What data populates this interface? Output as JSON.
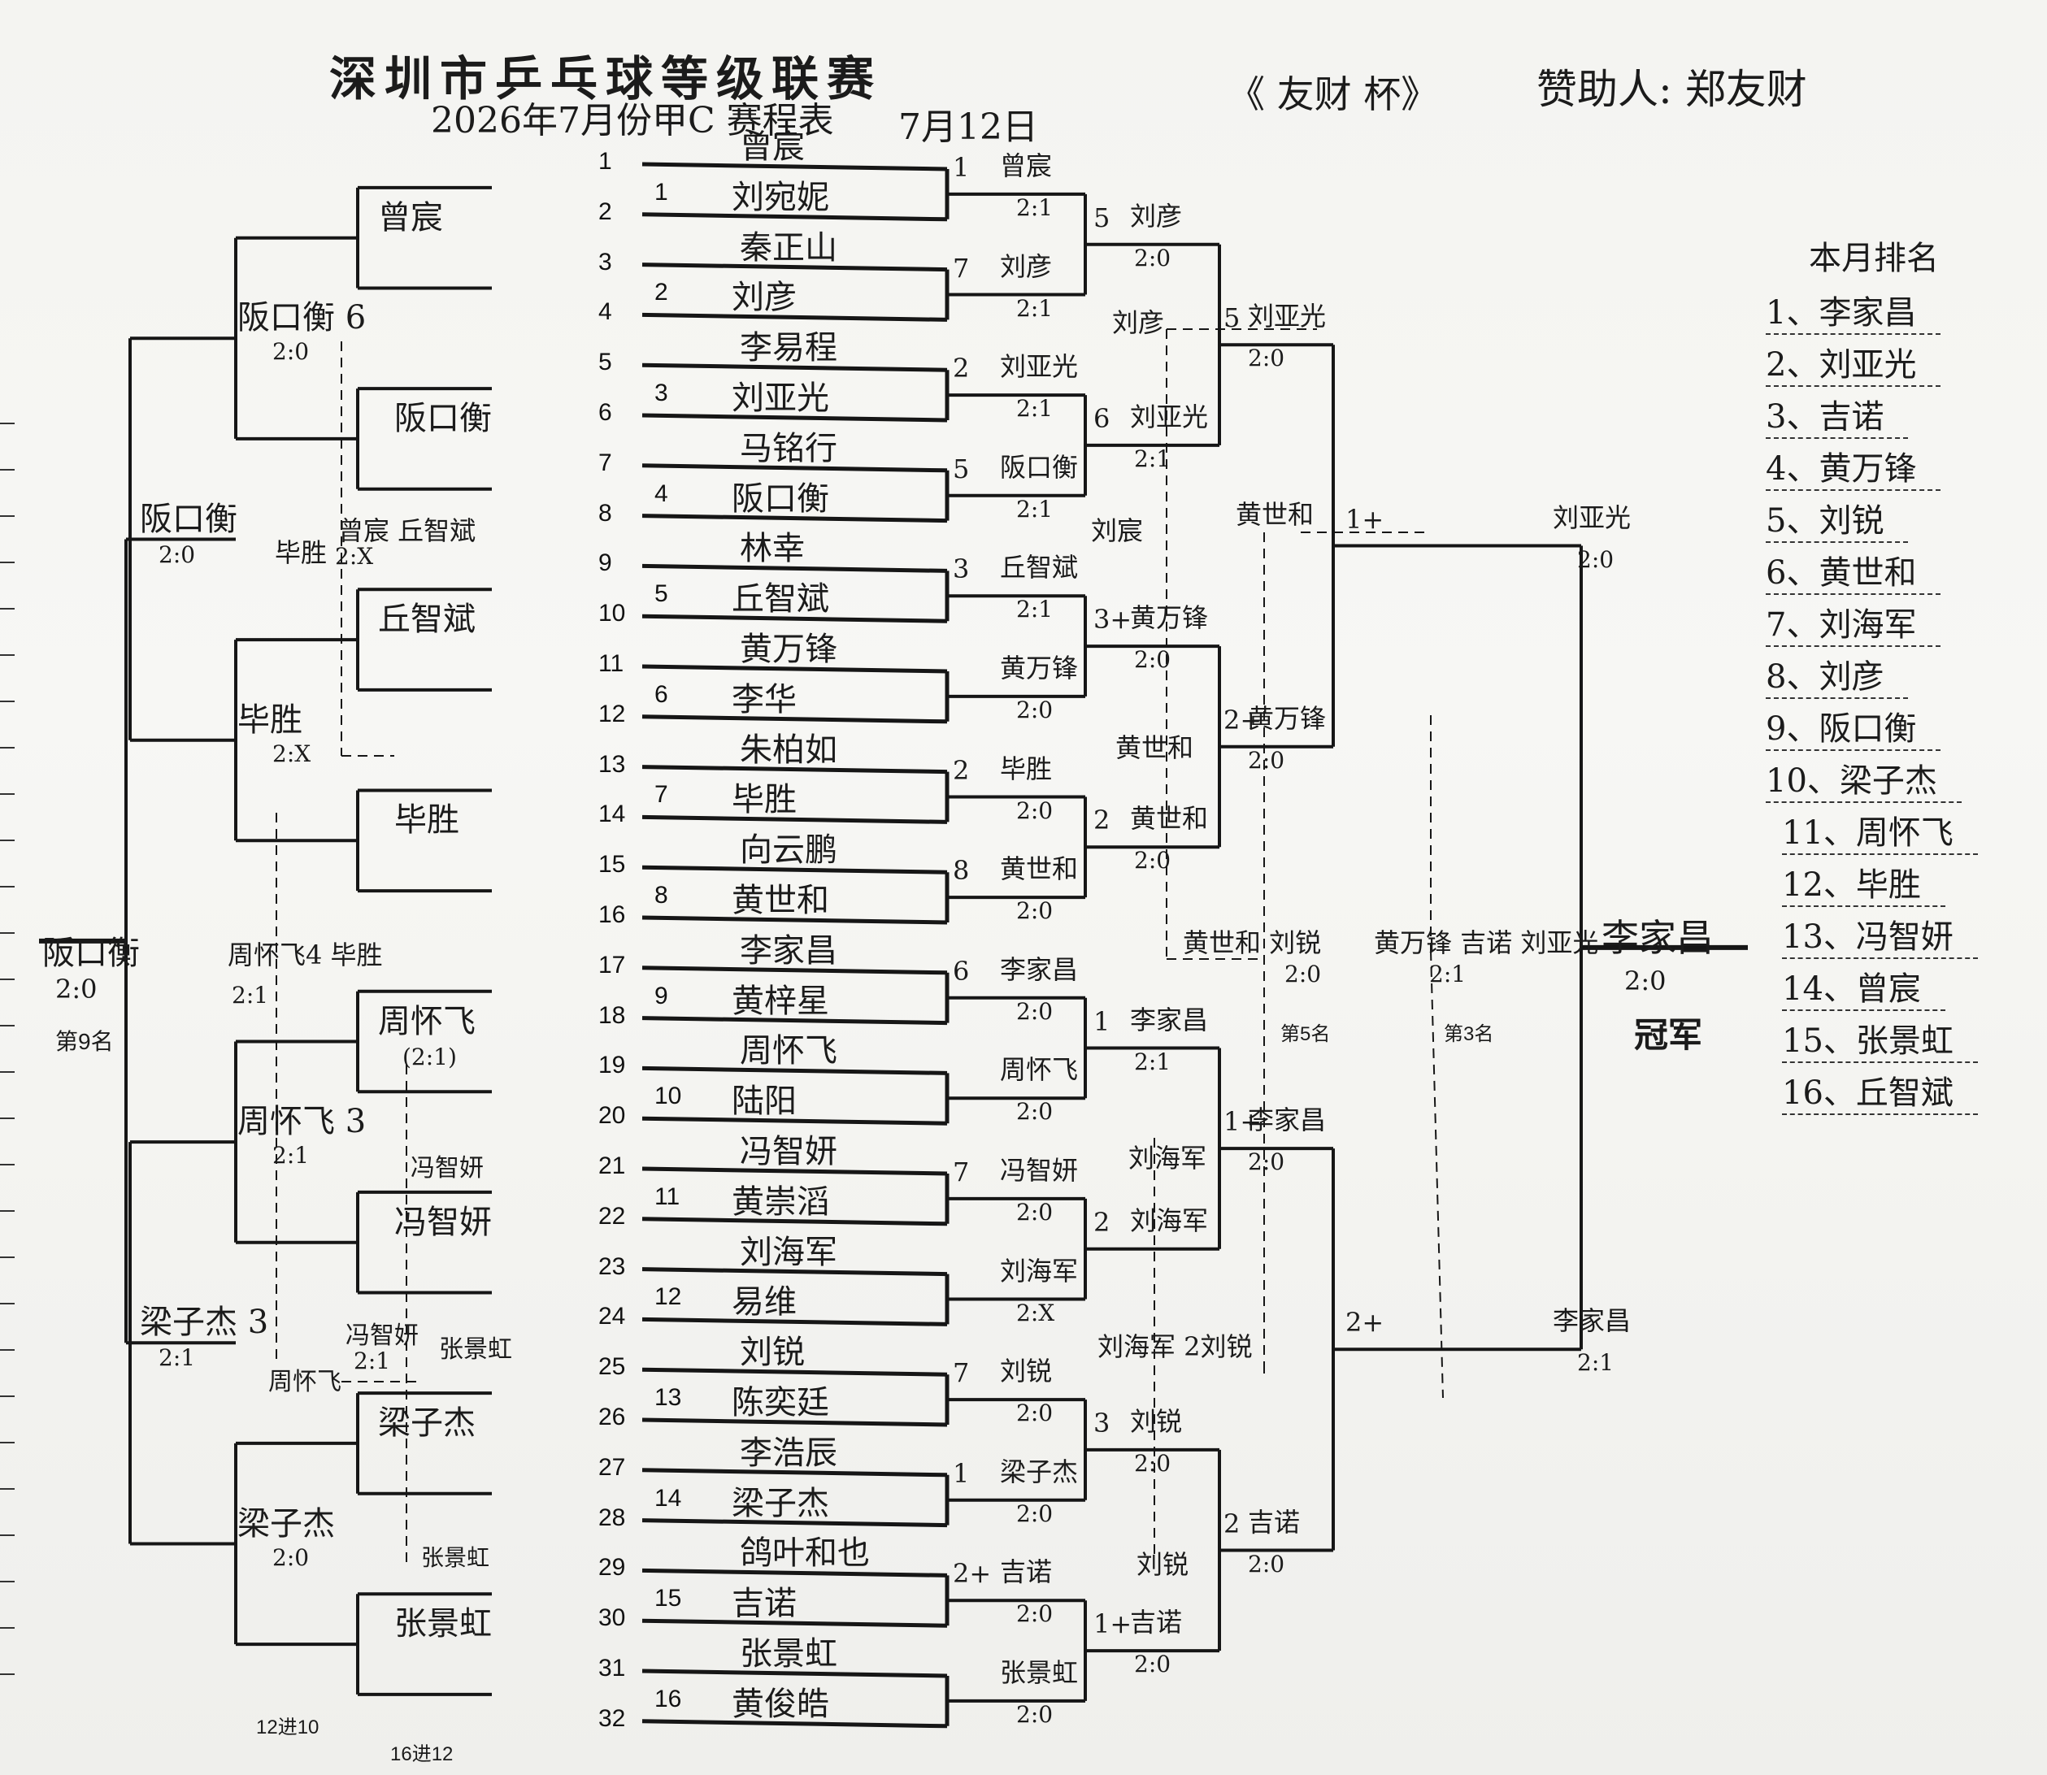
{
  "header": {
    "title": "深圳市乒乓球等级联赛",
    "subtitle": "2026年7月份甲C 赛程表",
    "date": "7月12日",
    "cup": "《 友财  杯》",
    "sponsor": "赞助人: 郑友财"
  },
  "slot_numbers": [
    "1",
    "2",
    "3",
    "4",
    "5",
    "6",
    "7",
    "8",
    "9",
    "10",
    "11",
    "12",
    "13",
    "14",
    "15",
    "16",
    "17",
    "18",
    "19",
    "20",
    "21",
    "22",
    "23",
    "24",
    "25",
    "26",
    "27",
    "28",
    "29",
    "30",
    "31",
    "32"
  ],
  "entrants": [
    {
      "seed": "",
      "name": "曾宸"
    },
    {
      "seed": "1",
      "name": "刘宛妮"
    },
    {
      "seed": "",
      "name": "秦正山"
    },
    {
      "seed": "2",
      "name": "刘彦"
    },
    {
      "seed": "",
      "name": "李易程"
    },
    {
      "seed": "3",
      "name": "刘亚光"
    },
    {
      "seed": "",
      "name": "马铭行"
    },
    {
      "seed": "4",
      "name": "阪口衡"
    },
    {
      "seed": "",
      "name": "林幸"
    },
    {
      "seed": "5",
      "name": "丘智斌"
    },
    {
      "seed": "",
      "name": "黄万锋"
    },
    {
      "seed": "6",
      "name": "李华"
    },
    {
      "seed": "",
      "name": "朱柏如"
    },
    {
      "seed": "7",
      "name": "毕胜"
    },
    {
      "seed": "",
      "name": "向云鹏"
    },
    {
      "seed": "8",
      "name": "黄世和"
    },
    {
      "seed": "",
      "name": "李家昌"
    },
    {
      "seed": "9",
      "name": "黄梓星"
    },
    {
      "seed": "",
      "name": "周怀飞"
    },
    {
      "seed": "10",
      "name": "陆阳"
    },
    {
      "seed": "",
      "name": "冯智妍"
    },
    {
      "seed": "11",
      "name": "黄崇滔"
    },
    {
      "seed": "",
      "name": "刘海军"
    },
    {
      "seed": "12",
      "name": "易维"
    },
    {
      "seed": "",
      "name": "刘锐"
    },
    {
      "seed": "13",
      "name": "陈奕廷"
    },
    {
      "seed": "",
      "name": "李浩辰"
    },
    {
      "seed": "14",
      "name": "梁子杰"
    },
    {
      "seed": "",
      "name": "鸽叶和也"
    },
    {
      "seed": "15",
      "name": "吉诺"
    },
    {
      "seed": "",
      "name": "张景虹"
    },
    {
      "seed": "16",
      "name": "黄俊皓"
    }
  ],
  "right_r1": [
    {
      "seed": "1",
      "name": "曾宸",
      "score": "2:1"
    },
    {
      "seed": "7",
      "name": "刘彦",
      "score": "2:1"
    },
    {
      "seed": "2",
      "name": "刘亚光",
      "score": "2:1"
    },
    {
      "seed": "5",
      "name": "阪口衡",
      "score": "2:1"
    },
    {
      "seed": "3",
      "name": "丘智斌",
      "score": "2:1"
    },
    {
      "seed": "",
      "name": "黄万锋",
      "score": "2:0"
    },
    {
      "seed": "2",
      "name": "毕胜",
      "score": "2:0"
    },
    {
      "seed": "8",
      "name": "黄世和",
      "score": "2:0"
    },
    {
      "seed": "6",
      "name": "李家昌",
      "score": "2:0"
    },
    {
      "seed": "",
      "name": "周怀飞",
      "score": "2:0"
    },
    {
      "seed": "7",
      "name": "冯智妍",
      "score": "2:0"
    },
    {
      "seed": "",
      "name": "刘海军",
      "score": "2:X"
    },
    {
      "seed": "7",
      "name": "刘锐",
      "score": "2:0"
    },
    {
      "seed": "1",
      "name": "梁子杰",
      "score": "2:0"
    },
    {
      "seed": "2+",
      "name": "吉诺",
      "score": "2:0"
    },
    {
      "seed": "",
      "name": "张景虹",
      "score": "2:0"
    }
  ],
  "right_r2": [
    {
      "seed": "5",
      "name": "刘彦",
      "score": "2:0"
    },
    {
      "seed": "6",
      "name": "刘亚光",
      "score": "2:1"
    },
    {
      "seed": "3+",
      "name": "黄万锋",
      "score": "2:0"
    },
    {
      "seed": "2",
      "name": "黄世和",
      "score": "2:0"
    },
    {
      "seed": "1",
      "name": "李家昌",
      "score": "2:1"
    },
    {
      "seed": "2",
      "name": "刘海军",
      "score": ""
    },
    {
      "seed": "3",
      "name": "刘锐",
      "score": "2:0"
    },
    {
      "seed": "1+",
      "name": "吉诺",
      "score": "2:0"
    }
  ],
  "right_r3": [
    {
      "seed": "5",
      "name": "刘亚光",
      "score": "2:0"
    },
    {
      "seed": "2+",
      "name": "黄万锋",
      "score": "2:0"
    },
    {
      "seed": "1+",
      "name": "李家昌",
      "score": "2:0"
    },
    {
      "seed": "2",
      "name": "吉诺",
      "score": "2:0"
    }
  ],
  "right_r4": [
    {
      "seed": "1+",
      "name": "刘亚光",
      "score": "2:0"
    },
    {
      "seed": "2+",
      "name": "李家昌",
      "score": "2:1"
    }
  ],
  "final": {
    "winner": "李家昌",
    "score": "2:0",
    "label": "冠军"
  },
  "consolation_right": [
    {
      "name": "刘彦",
      "pos": "r2a"
    },
    {
      "name": "刘宸",
      "pos": "r2b"
    },
    {
      "name": "黄世和",
      "pos": "r3a"
    },
    {
      "name": "黄世和",
      "pos": "r3b"
    },
    {
      "name": "刘海军",
      "pos": "r3c"
    },
    {
      "name": "刘海军 2刘锐",
      "pos": "r3d"
    },
    {
      "name": "刘锐",
      "pos": "r3e"
    }
  ],
  "placement_right": {
    "fifth": {
      "names": "黄世和  刘锐",
      "score": "2:0",
      "label": "第5名"
    },
    "third": {
      "names": "黄万锋 吉诺  刘亚光",
      "score": "2:1",
      "label": "第3名"
    }
  },
  "left_r1": [
    {
      "name": "曾宸",
      "score": ""
    },
    {
      "name": "阪口衡",
      "score": ""
    },
    {
      "name": "丘智斌",
      "score": ""
    },
    {
      "name": "毕胜",
      "score": ""
    },
    {
      "name": "周怀飞",
      "score": "(2:1)"
    },
    {
      "name": "冯智妍",
      "score": ""
    },
    {
      "name": "梁子杰",
      "score": ""
    },
    {
      "name": "张景虹",
      "score": ""
    }
  ],
  "left_r2": [
    {
      "name": "阪口衡 6",
      "score": "2:0"
    },
    {
      "name": "毕胜",
      "score": "2:X"
    },
    {
      "name": "周怀飞 3",
      "score": "2:1"
    },
    {
      "name": "梁子杰",
      "score": "2:0"
    }
  ],
  "left_r3": [
    {
      "name": "阪口衡",
      "score": "2:0"
    },
    {
      "name": "梁子杰 3",
      "score": "2:1"
    }
  ],
  "left_final": {
    "name": "阪口衡",
    "score": "2:0",
    "label": "第9名"
  },
  "left_notes": {
    "a1": "曾宸  丘智斌",
    "a2": "2:X",
    "a3": "毕胜",
    "b1": "冯智妍",
    "b2": "2:1",
    "b3": "周怀飞",
    "b4": "张景虹",
    "b5": "冯智妍",
    "b6": "张景虹",
    "c1": "周怀飞4  毕胜",
    "c2": "2:1",
    "d1": "12进10",
    "d2": "16进12"
  },
  "ranking": {
    "title": "本月排名",
    "items": [
      "1、李家昌",
      "2、刘亚光",
      "3、吉诺",
      "4、黄万锋",
      "5、刘锐",
      "6、黄世和",
      "7、刘海军",
      "8、刘彦",
      "9、阪口衡",
      "10、梁子杰",
      "11、周怀飞",
      "12、毕胜",
      "13、冯智妍",
      "14、曾宸",
      "15、张景虹",
      "16、丘智斌"
    ]
  }
}
